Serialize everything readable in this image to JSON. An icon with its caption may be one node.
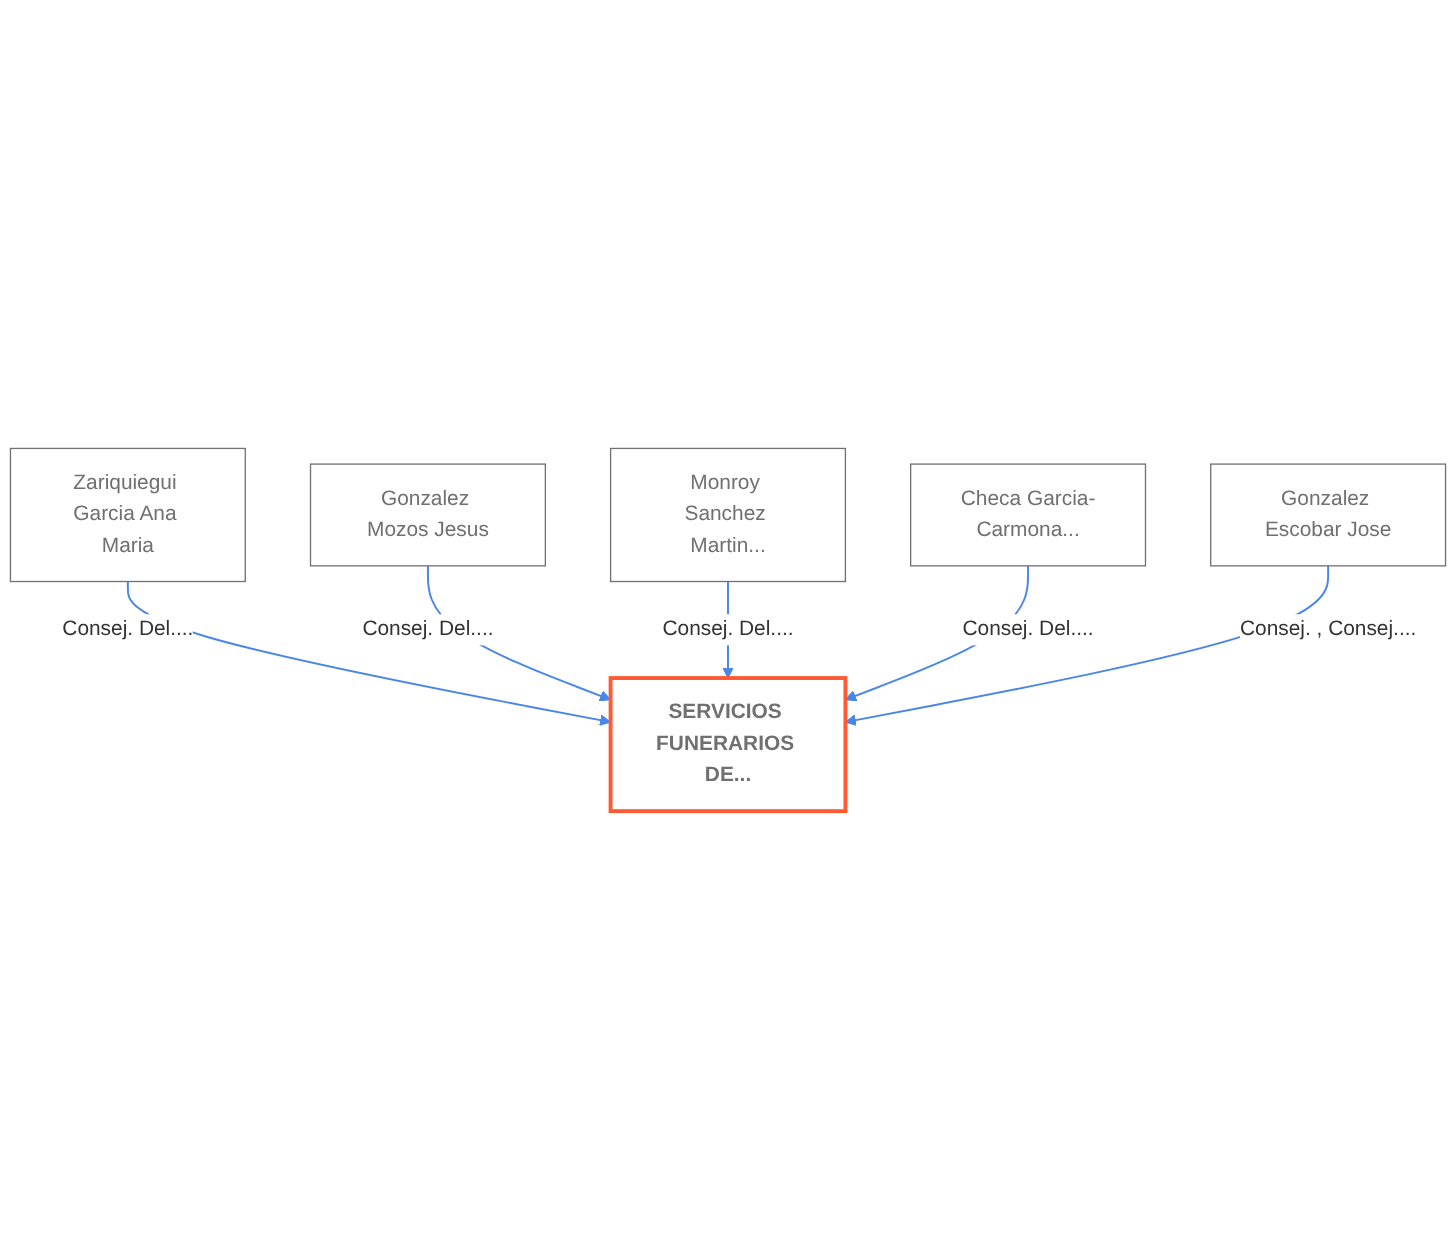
{
  "diagram": {
    "nodes": [
      {
        "text": [
          "SERVICIOS FUNERARIOS DE..."
        ]
      },
      {
        "text": [
          "Zariquiegui Garcia Ana Maria"
        ]
      },
      {
        "text": [
          "Gonzalez Mozos Jesus"
        ]
      },
      {
        "text": [
          "Monroy Sanchez Martin..."
        ]
      },
      {
        "text": [
          "Checa Garcia-Carmona..."
        ]
      },
      {
        "text": [
          "Gonzalez Escobar Jose"
        ]
      }
    ],
    "edges": [
      {
        "from": 1,
        "to": 0,
        "arrow": "to",
        "label": "Consej. Del...."
      },
      {
        "from": 2,
        "to": 0,
        "arrow": "to",
        "label": "Consej. Del...."
      },
      {
        "from": 3,
        "to": 0,
        "arrow": "to",
        "label": "Consej. Del...."
      },
      {
        "from": 4,
        "to": 0,
        "arrow": "to",
        "label": "Consej. Del...."
      },
      {
        "from": 5,
        "to": 0,
        "arrow": "to",
        "label": "Consej. , Consej...."
      }
    ]
  }
}
